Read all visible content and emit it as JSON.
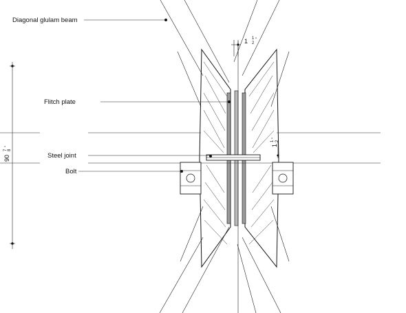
{
  "labels": {
    "diagonal_beam": "Diagonal glulam beam",
    "flitch_plate": "Flitch plate",
    "steel_joint": "Steel joint",
    "bolt": "Bolt"
  },
  "dimensions": {
    "vertical_main": "90",
    "vertical_fraction_num": "7",
    "vertical_fraction_den": "8",
    "vertical_unit": "\"",
    "top_gap_whole": "1",
    "top_gap_num": "1",
    "top_gap_den": "2",
    "top_gap_unit": "\"",
    "right_gap_whole": "1",
    "right_gap_num": "1",
    "right_gap_den": "2",
    "right_gap_unit": "\""
  }
}
